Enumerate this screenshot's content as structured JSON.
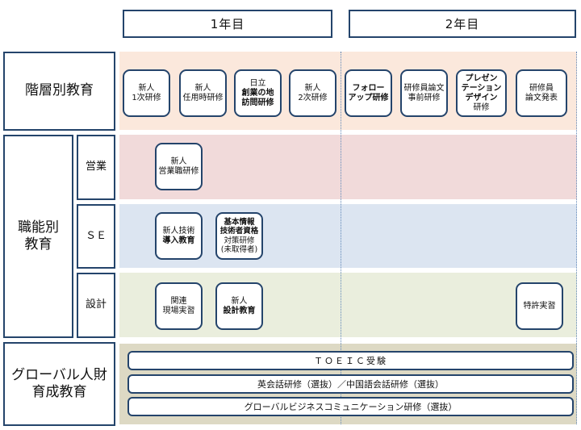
{
  "years": [
    {
      "label": "1年目"
    },
    {
      "label": "2年目"
    }
  ],
  "categories": {
    "kaisou": {
      "label": "階層別教育"
    },
    "shokunou": {
      "label_line1": "職能別",
      "label_line2": "教育"
    },
    "eigyo": {
      "label": "営業"
    },
    "se": {
      "label": "ＳＥ"
    },
    "sekkei": {
      "label": "設計"
    },
    "global": {
      "label_line1": "グローバル人財",
      "label_line2": "育成教育"
    }
  },
  "kaisou_cards": [
    {
      "lines": [
        "新人",
        "1次研修"
      ]
    },
    {
      "lines": [
        "新人",
        "任用時研修"
      ]
    },
    {
      "lines": [
        "日立",
        "創業の地",
        "訪問研修"
      ]
    },
    {
      "lines": [
        "新人",
        "2次研修"
      ]
    },
    {
      "lines": [
        "フォロー",
        "アップ研修"
      ]
    },
    {
      "lines": [
        "研修員論文",
        "事前研修"
      ]
    },
    {
      "lines": [
        "プレゼン",
        "テーション",
        "デザイン",
        "研修"
      ]
    },
    {
      "lines": [
        "研修員",
        "論文発表"
      ]
    }
  ],
  "eigyo_cards": [
    {
      "lines": [
        "新人",
        "営業職研修"
      ]
    }
  ],
  "se_cards": [
    {
      "lines": [
        "新人技術",
        "導入教育"
      ]
    },
    {
      "lines": [
        "基本情報",
        "技術者資格",
        "対策研修",
        "(未取得者)"
      ]
    }
  ],
  "sekkei_cards": [
    {
      "lines": [
        "関連",
        "現場実習"
      ]
    },
    {
      "lines": [
        "新人",
        "設計教育"
      ]
    },
    {
      "lines": [
        "特許実習"
      ]
    }
  ],
  "global_items": [
    {
      "label": "ＴＯＥＩＣ受験"
    },
    {
      "label": "英会話研修（選抜）／中国語会話研修（選抜）"
    },
    {
      "label": "グローバルビジネスコミュニケーション研修（選抜）"
    }
  ],
  "colors": {
    "border": "#24446b",
    "kaisou_band": "#fbe8dc",
    "eigyo_band": "#f1dada",
    "se_band": "#dce5f1",
    "sekkei_band": "#eaeedd",
    "global_band": "#ddd9c4"
  }
}
